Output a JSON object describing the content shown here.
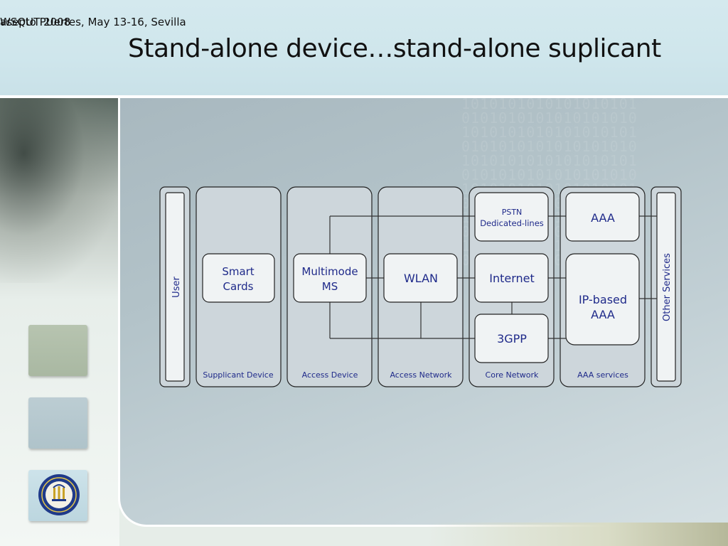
{
  "header": {
    "footer_text_a": "WSQUT 2008",
    "footer_text_b": "asepto  PUertes, May 13-16, Sevilla",
    "title": "Stand-alone device…stand-alone suplicant"
  },
  "diagram": {
    "user_label": "User",
    "other_services_label": "Other Services",
    "columns": [
      {
        "key": "supplicant",
        "caption": "Supplicant Device"
      },
      {
        "key": "access_device",
        "caption": "Access Device"
      },
      {
        "key": "access_network",
        "caption": "Access Network"
      },
      {
        "key": "core_network",
        "caption": "Core Network"
      },
      {
        "key": "aaa_services",
        "caption": "AAA services"
      }
    ],
    "nodes": {
      "smart_cards": [
        "Smart",
        "Cards"
      ],
      "multimode_ms": [
        "Multimode",
        "MS"
      ],
      "wlan": [
        "WLAN"
      ],
      "pstn": [
        "PSTN",
        "Dedicated-lines"
      ],
      "internet": [
        "Internet"
      ],
      "three_gpp": [
        "3GPP"
      ],
      "aaa": [
        "AAA"
      ],
      "ip_aaa": [
        "IP-based",
        "AAA"
      ]
    }
  },
  "colors": {
    "label": "#1f2a8a",
    "box_fill": "#f0f3f4",
    "column_fill": "#cdd6db",
    "line": "#333333"
  },
  "sidebar": {
    "logo_icon": "university-seal-icon"
  }
}
